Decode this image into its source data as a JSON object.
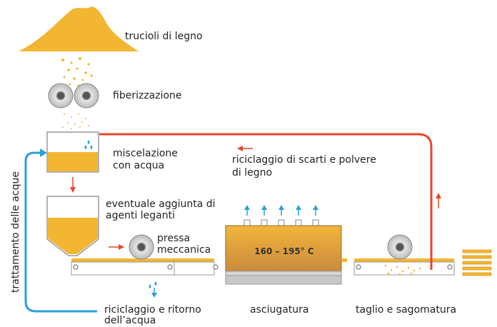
{
  "steps": {
    "wood_chips": "trucioli di legno",
    "fiberization": "fiberizzazione",
    "mixing_line1": "miscelazione",
    "mixing_line2": "con acqua",
    "binders_line1": "eventuale aggiunta di",
    "binders_line2": "agenti leganti",
    "press_line1": "pressa",
    "press_line2": "meccanica",
    "recycling_scrap_line1": "riciclaggio di scarti e polvere",
    "recycling_scrap_line2": "di legno",
    "water_treatment": "trattamento delle acque",
    "water_return_line1": "riciclaggio e ritorno",
    "water_return_line2": "dell’acqua",
    "drying": "asciugatura",
    "cutting": "taglio e sagomatura"
  },
  "dryer_temperature": "160 – 195° C",
  "colors": {
    "wood": "#f2b632",
    "wood_dark": "#e09a1e",
    "red_flow": "#e8452c",
    "blue_flow": "#2a9fd8",
    "machine_gray": "#cfcfcf",
    "roller_dark": "#555555"
  },
  "icons": [
    "roller-icon",
    "water-drops-icon",
    "steam-arrow-icon"
  ]
}
